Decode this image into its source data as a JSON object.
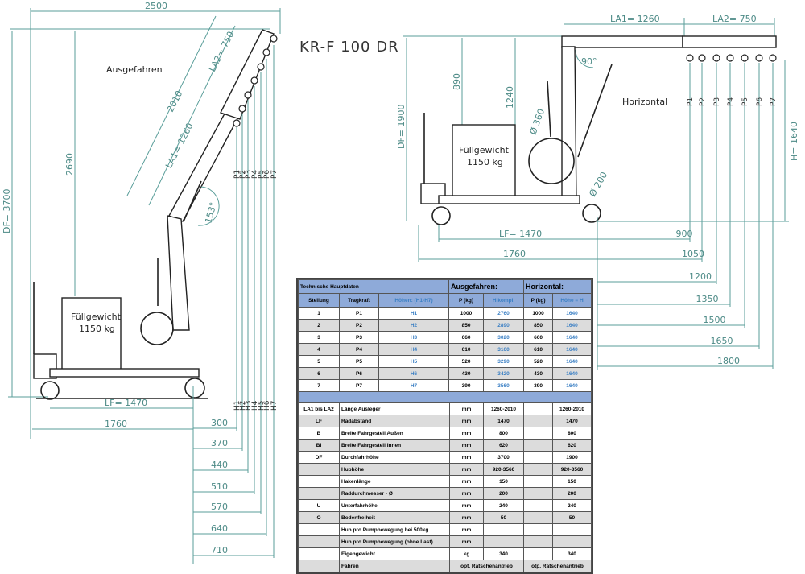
{
  "title": "KR-F 100 DR",
  "left_view": {
    "label": "Ausgefahren",
    "dims": {
      "width": "2500",
      "df": "DF= 3700",
      "h2690": "2690",
      "boom": "2010",
      "la1": "LA1= 1260",
      "la2": "LA2= 750",
      "angle": "153°",
      "lf": "LF= 1470",
      "base": "1760"
    },
    "reach": [
      "300",
      "370",
      "440",
      "510",
      "570",
      "640",
      "710"
    ],
    "points": [
      "P1",
      "P2",
      "P3",
      "P4",
      "P5",
      "P6",
      "P7"
    ],
    "heights": [
      "H1",
      "H2",
      "H3",
      "H4",
      "H5",
      "H6",
      "H7"
    ],
    "weight_box": {
      "line1": "Füllgewicht",
      "line2": "1150 kg"
    }
  },
  "right_view": {
    "label": "Horizontal",
    "dims": {
      "la1": "LA1= 1260",
      "la2": "LA2= 750",
      "h890": "890",
      "h1240": "1240",
      "df": "DF= 1900",
      "h": "H= 1640",
      "angle": "90°",
      "wheel_big": "Ø 360",
      "wheel_small": "Ø 200",
      "lf": "LF= 1470",
      "base": "1760"
    },
    "reach": [
      "900",
      "1050",
      "1200",
      "1350",
      "1500",
      "1650",
      "1800"
    ],
    "points": [
      "P1",
      "P2",
      "P3",
      "P4",
      "P5",
      "P6",
      "P7"
    ],
    "weight_box": {
      "line1": "Füllgewicht",
      "line2": "1150 kg"
    }
  },
  "table": {
    "title": "Technische Hauptdaten",
    "group_ausgefahren": "Ausgefahren:",
    "group_horizontal": "Horizontal:",
    "headers": [
      "Stellung",
      "Tragkraft",
      "Höhen: (H1-H7)",
      "P (kg)",
      "H kompl.",
      "P (kg)",
      "Höhe = H"
    ],
    "rows": [
      [
        "1",
        "P1",
        "H1",
        "1000",
        "2760",
        "1000",
        "1640"
      ],
      [
        "2",
        "P2",
        "H2",
        "850",
        "2890",
        "850",
        "1640"
      ],
      [
        "3",
        "P3",
        "H3",
        "660",
        "3020",
        "660",
        "1640"
      ],
      [
        "4",
        "P4",
        "H4",
        "610",
        "3160",
        "610",
        "1640"
      ],
      [
        "5",
        "P5",
        "H5",
        "520",
        "3290",
        "520",
        "1640"
      ],
      [
        "6",
        "P6",
        "H6",
        "430",
        "3420",
        "430",
        "1640"
      ],
      [
        "7",
        "P7",
        "H7",
        "390",
        "3560",
        "390",
        "1640"
      ]
    ],
    "specs": [
      [
        "LA1 bis LA2",
        "Länge Ausleger",
        "mm",
        "1260-2010",
        "1260-2010"
      ],
      [
        "LF",
        "Radabstand",
        "mm",
        "1470",
        "1470"
      ],
      [
        "B",
        "Breite Fahrgestell Außen",
        "mm",
        "800",
        "800"
      ],
      [
        "BI",
        "Breite Fahrgestell Innen",
        "mm",
        "620",
        "620"
      ],
      [
        "DF",
        "Durchfahrhöhe",
        "mm",
        "3700",
        "1900"
      ],
      [
        "",
        "Hubhöhe",
        "mm",
        "920-3560",
        "920-3560"
      ],
      [
        "",
        "Hakenlänge",
        "mm",
        "150",
        "150"
      ],
      [
        "",
        "Raddurchmesser - Ø",
        "mm",
        "200",
        "200"
      ],
      [
        "U",
        "Unterfahrhöhe",
        "mm",
        "240",
        "240"
      ],
      [
        "O",
        "Bodenfreiheit",
        "mm",
        "50",
        "50"
      ],
      [
        "",
        "Hub pro Pumpbewegung bei 500kg",
        "mm",
        "",
        ""
      ],
      [
        "",
        "Hub pro Pumpbewegung (ohne Last)",
        "mm",
        "",
        ""
      ],
      [
        "",
        "Eigengewicht",
        "kg",
        "340",
        "340"
      ],
      [
        "",
        "Fahren",
        "opt. Ratschenantrieb",
        "otp. Ratschenantrieb"
      ]
    ]
  }
}
